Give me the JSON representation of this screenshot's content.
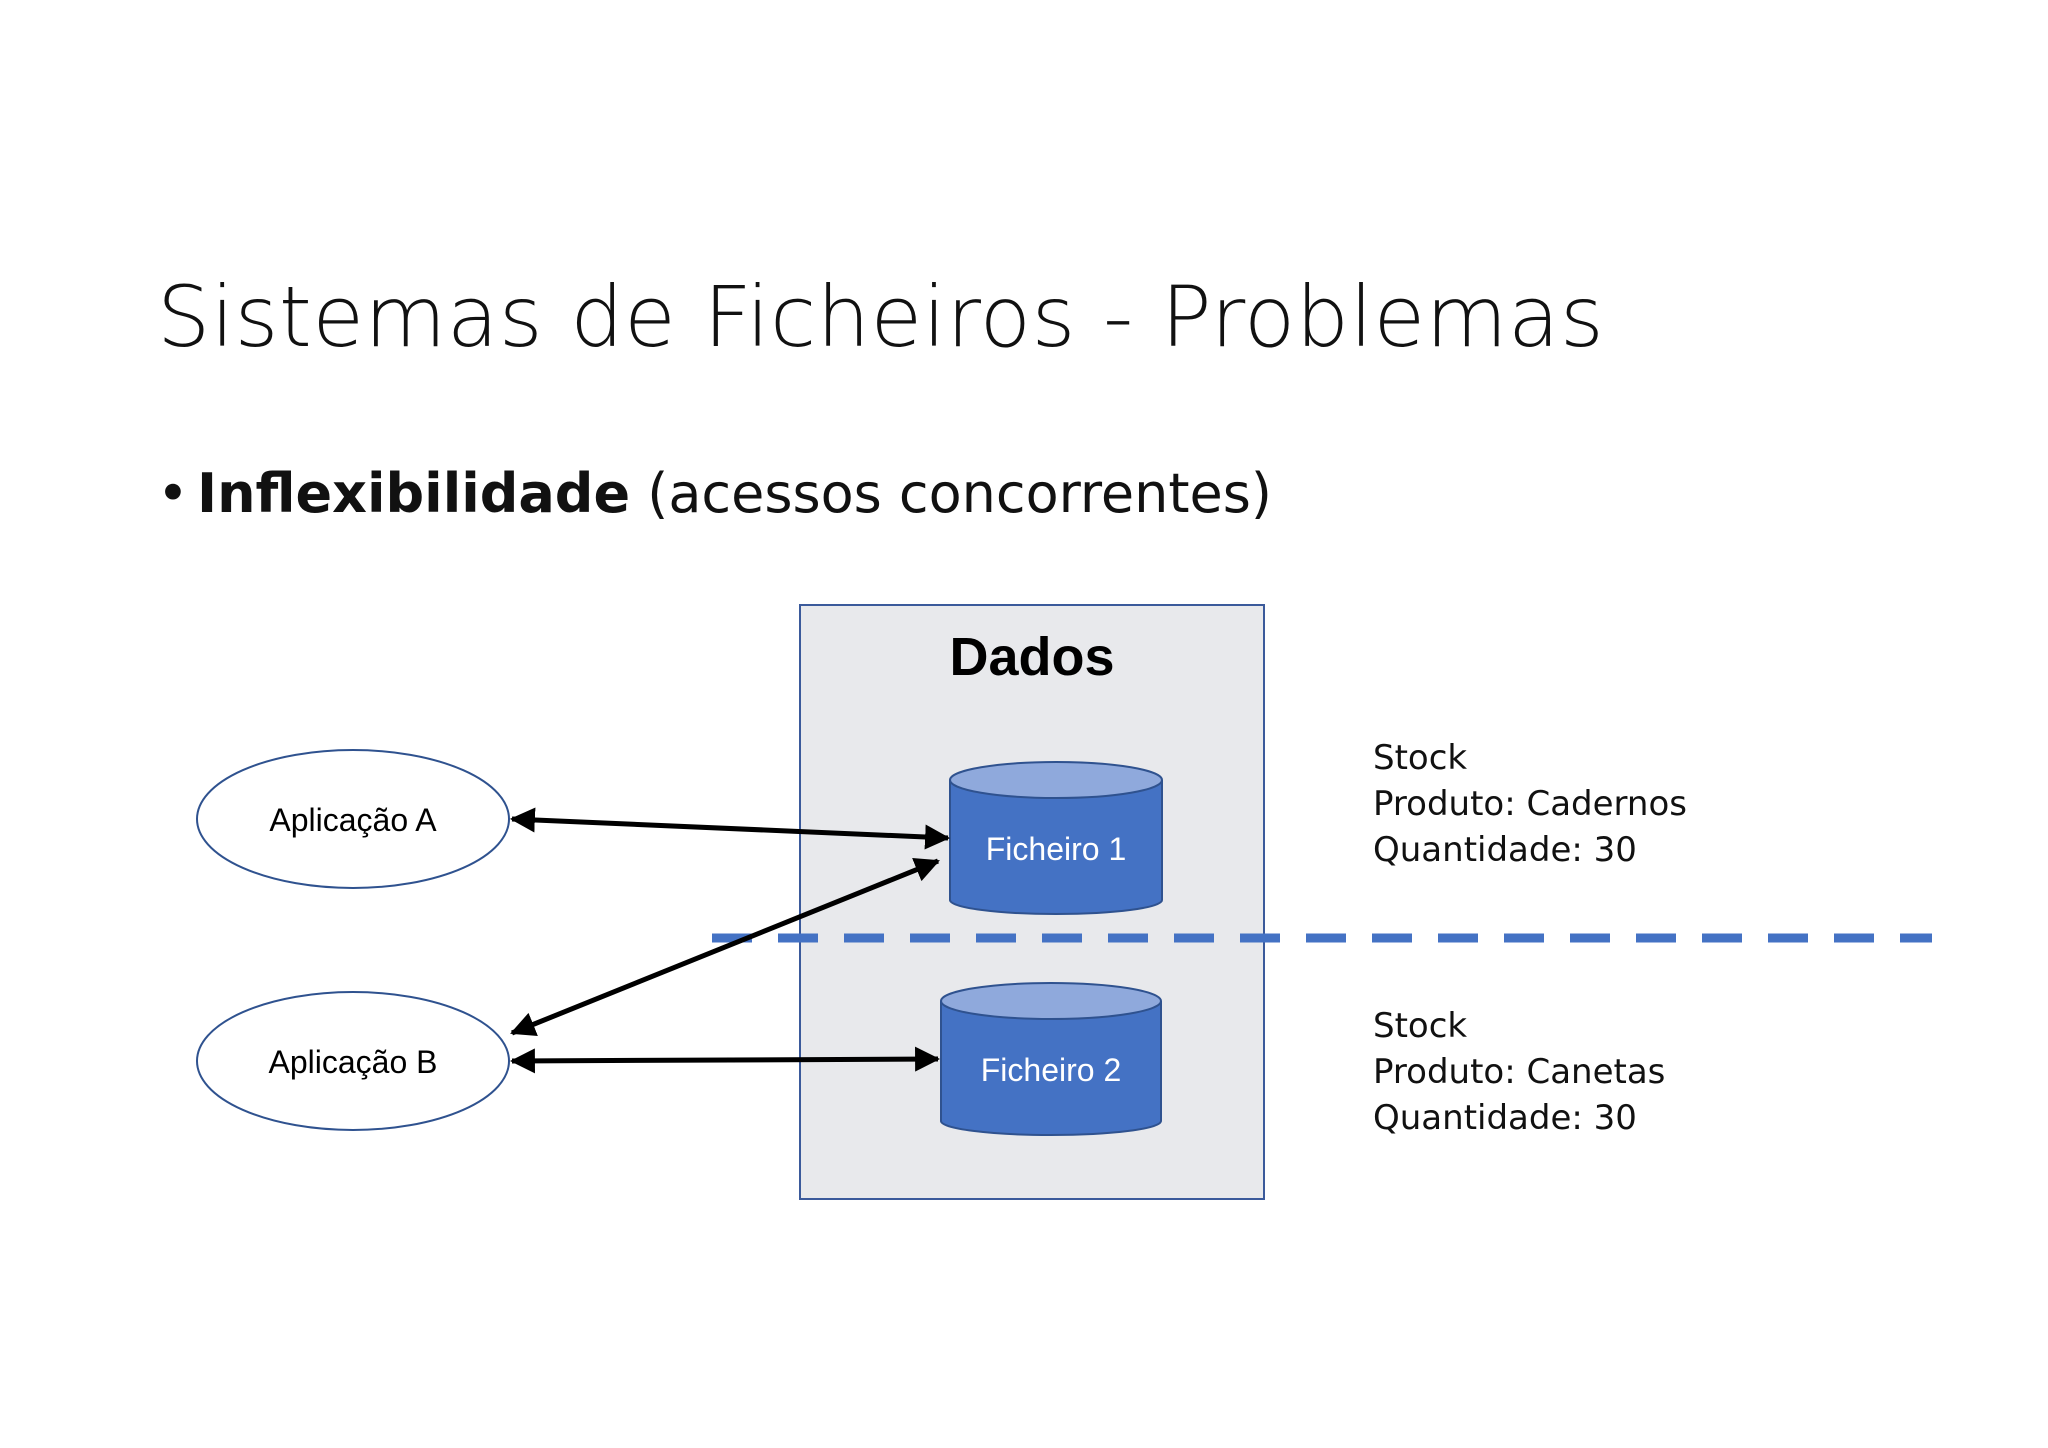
{
  "slide": {
    "title": "Sistemas de Ficheiros - Problemas",
    "bullet": {
      "bold": "Inflexibilidade",
      "rest": " (acessos concorrentes)"
    }
  },
  "diagram": {
    "container_label": "Dados",
    "apps": [
      {
        "label": "Aplicação A"
      },
      {
        "label": "Aplicação B"
      }
    ],
    "files": [
      {
        "label": "Ficheiro 1"
      },
      {
        "label": "Ficheiro 2"
      }
    ],
    "records": [
      {
        "lines": [
          "Stock",
          "Produto: Cadernos",
          "Quantidade: 30"
        ]
      },
      {
        "lines": [
          "Stock",
          "Produto: Canetas",
          "Quantidade: 30"
        ]
      }
    ]
  },
  "colors": {
    "container_fill": "#e8e9ec",
    "container_stroke": "#3b5a9b",
    "cylinder_body": "#4472c4",
    "cylinder_top": "#8fa9dc",
    "cylinder_stroke": "#2f528f",
    "ellipse_stroke": "#2f528f",
    "divider": "#4472c4",
    "arrow": "#000000"
  }
}
